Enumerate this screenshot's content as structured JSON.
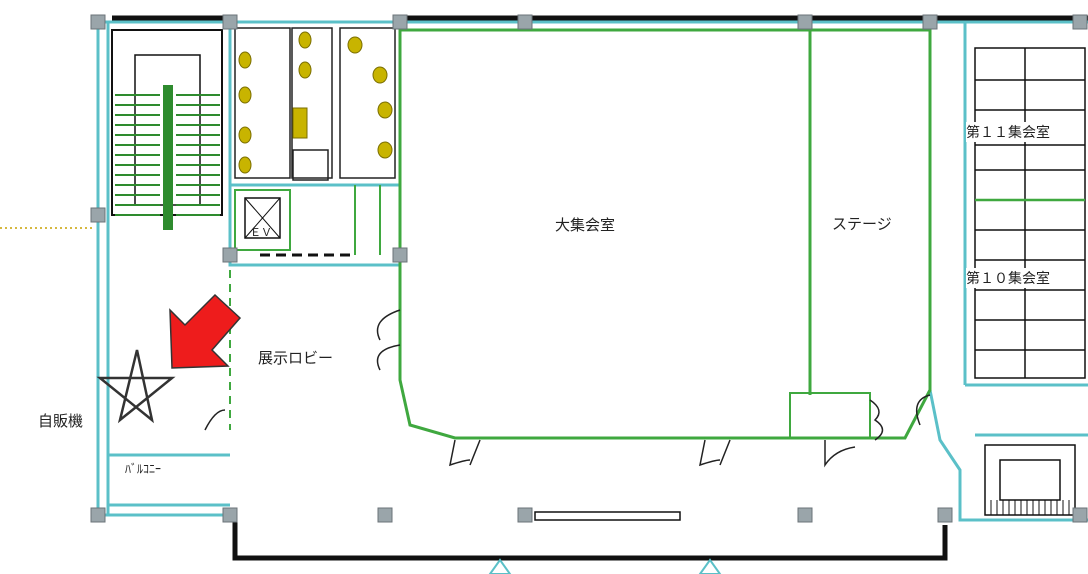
{
  "floor_plan": {
    "rooms": {
      "main_hall": "大集会室",
      "stage": "ステージ",
      "meeting_room_11": "第１１集会室",
      "meeting_room_10": "第１０集会室",
      "exhibition_lobby": "展示ロビー",
      "balcony": "ﾊﾞﾙｺﾆｰ",
      "elevator": "ＥＶ"
    },
    "vending_machine_label": "自販機",
    "marker": {
      "arrow_color": "#ee1c1c",
      "star_color": "#333333"
    },
    "colors": {
      "wall_outline": "#5bc0c8",
      "interior_wall": "#3fa83f",
      "column": "#9aa5aa",
      "exterior_wall": "#111111",
      "stair": "#2e8b2e",
      "fixture": "#c8b400"
    }
  }
}
